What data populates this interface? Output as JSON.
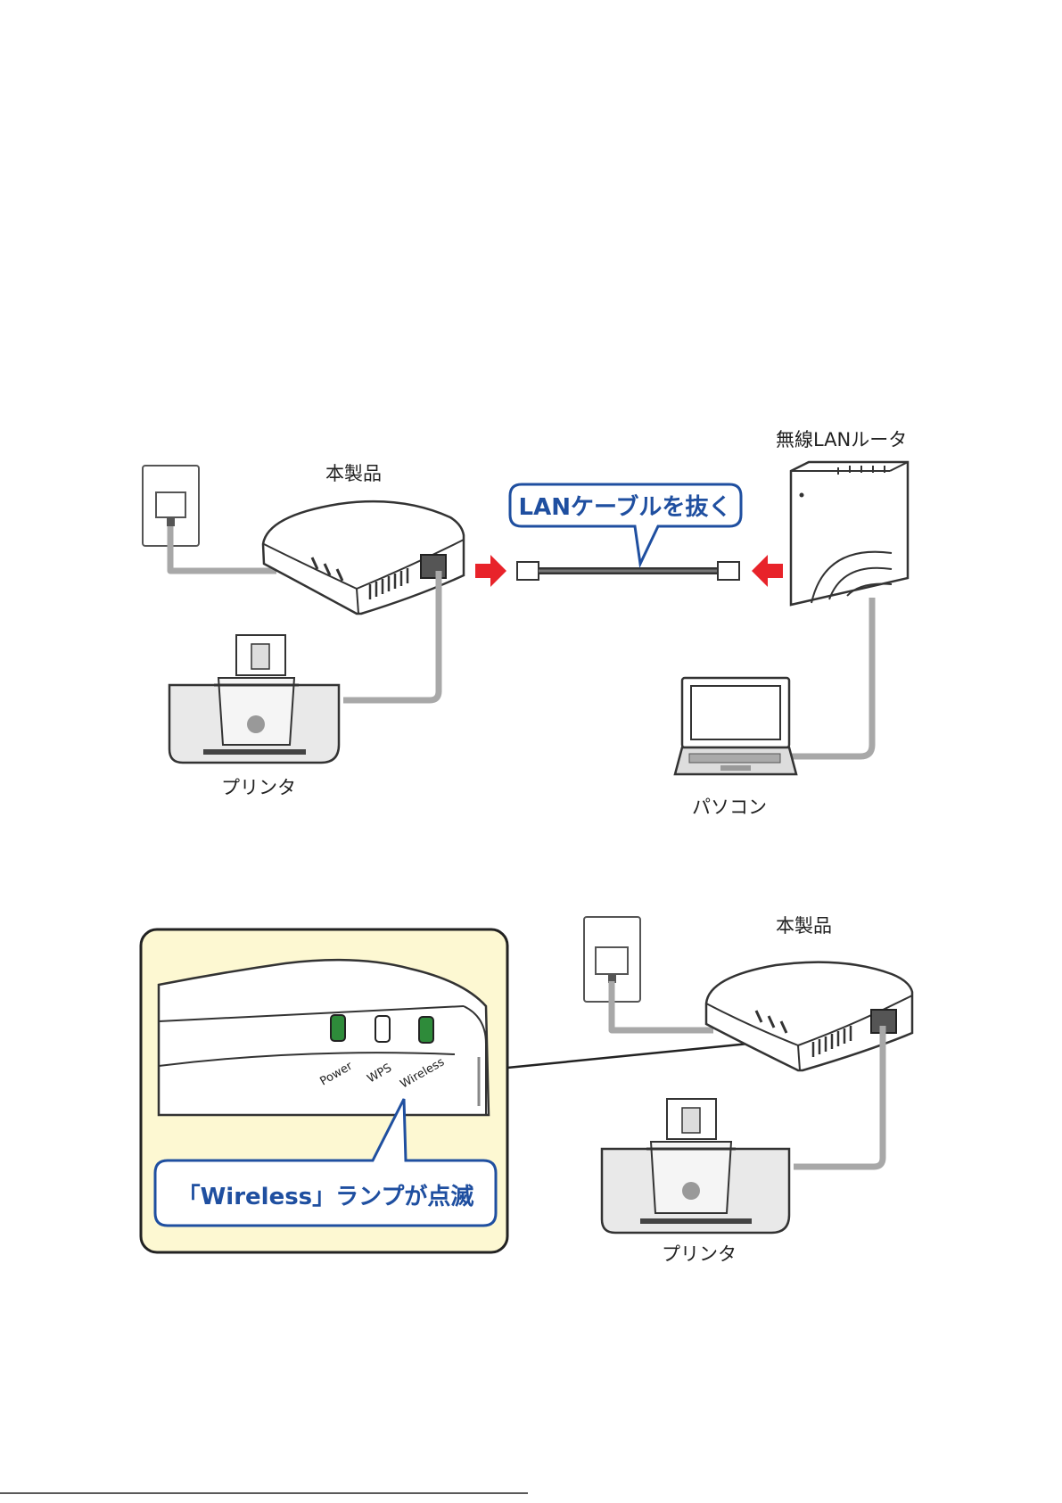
{
  "diagram1": {
    "product_label": "本製品",
    "router_label": "無線LANルータ",
    "callout_text": "LANケーブルを抜く",
    "printer_label": "プリンタ",
    "pc_label": "パソコン"
  },
  "diagram2": {
    "product_label": "本製品",
    "printer_label": "プリンタ",
    "led_power": "Power",
    "led_wps": "WPS",
    "led_wireless": "Wireless",
    "callout_text": "「Wireless」ランプが点滅"
  },
  "colors": {
    "cable": "#a8a8a8",
    "arrow": "#e8232a",
    "callout_blue": "#1f4fa0",
    "zoom_bg": "#fdf8d2",
    "led_green": "#2e8b3a"
  }
}
